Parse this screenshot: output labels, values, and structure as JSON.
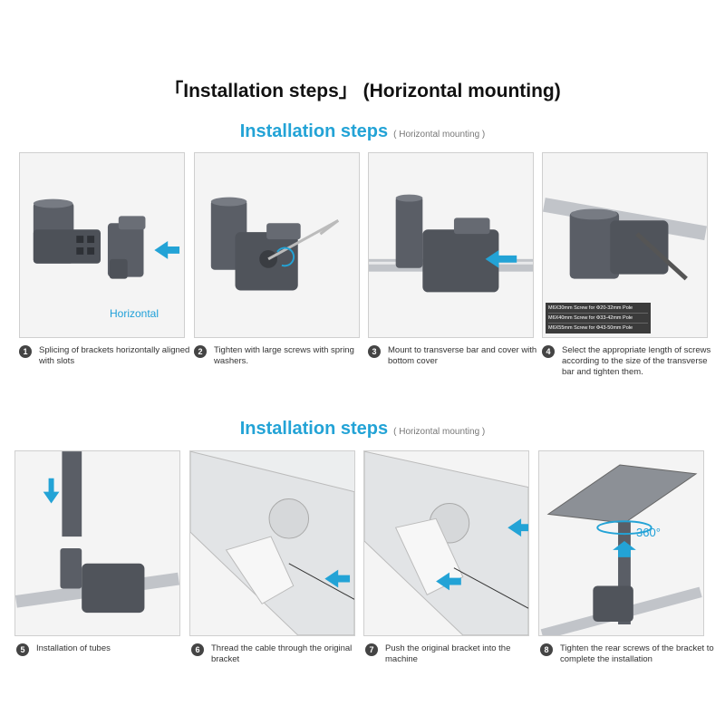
{
  "main_title": "「Installation steps」 (Horizontal mounting)",
  "section_heading": {
    "title": "Installation steps",
    "subtitle": "( Horizontal mounting )"
  },
  "panel1_label": "Horizontal",
  "screw_table": [
    "M6X30mm Screw for Φ20-32mm Pole",
    "M6X40mm Screw for Φ33-42mm Pole",
    "M6X55mm Screw for Φ43-50mm Pole"
  ],
  "rotation_label": "360°",
  "steps": [
    {
      "num": "1",
      "text": "Splicing of brackets horizontally aligned with slots"
    },
    {
      "num": "2",
      "text": "Tighten with large screws with spring washers."
    },
    {
      "num": "3",
      "text": "Mount to transverse bar and cover with bottom cover"
    },
    {
      "num": "4",
      "text": "Select the appropriate length of screws according to the size of the transverse bar and tighten them."
    },
    {
      "num": "5",
      "text": "Installation of tubes"
    },
    {
      "num": "6",
      "text": "Thread the cable through the original bracket"
    },
    {
      "num": "7",
      "text": "Push the original bracket into the machine"
    },
    {
      "num": "8",
      "text": "Tighten the rear screws of the bracket to complete the installation"
    }
  ],
  "colors": {
    "accent": "#23a3d6",
    "bracket": "#5a5e66",
    "pole": "#b8bcc2"
  }
}
